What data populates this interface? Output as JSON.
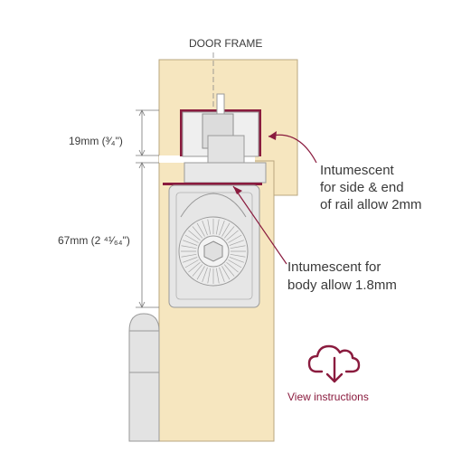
{
  "labels": {
    "door_frame": "DOOR FRAME",
    "dim_top": "19mm  (³⁄₄\")",
    "dim_bottom": "67mm (2 ⁴¹⁄₆₄\")",
    "side_line1": "Intumescent",
    "side_line2": "for side & end",
    "side_line3": "of rail allow 2mm",
    "body_line1": "Intumescent for",
    "body_line2": "body allow 1.8mm"
  },
  "action": {
    "label": "View instructions",
    "icon": "cloud-download-icon"
  },
  "colors": {
    "wood": "#f6e6bf",
    "wood_edge": "#b9a77f",
    "accent": "#8a1b3e",
    "mechanism": "#e8e8e8",
    "mechanism_edge": "#9a9a9a",
    "dimension": "#777777"
  }
}
